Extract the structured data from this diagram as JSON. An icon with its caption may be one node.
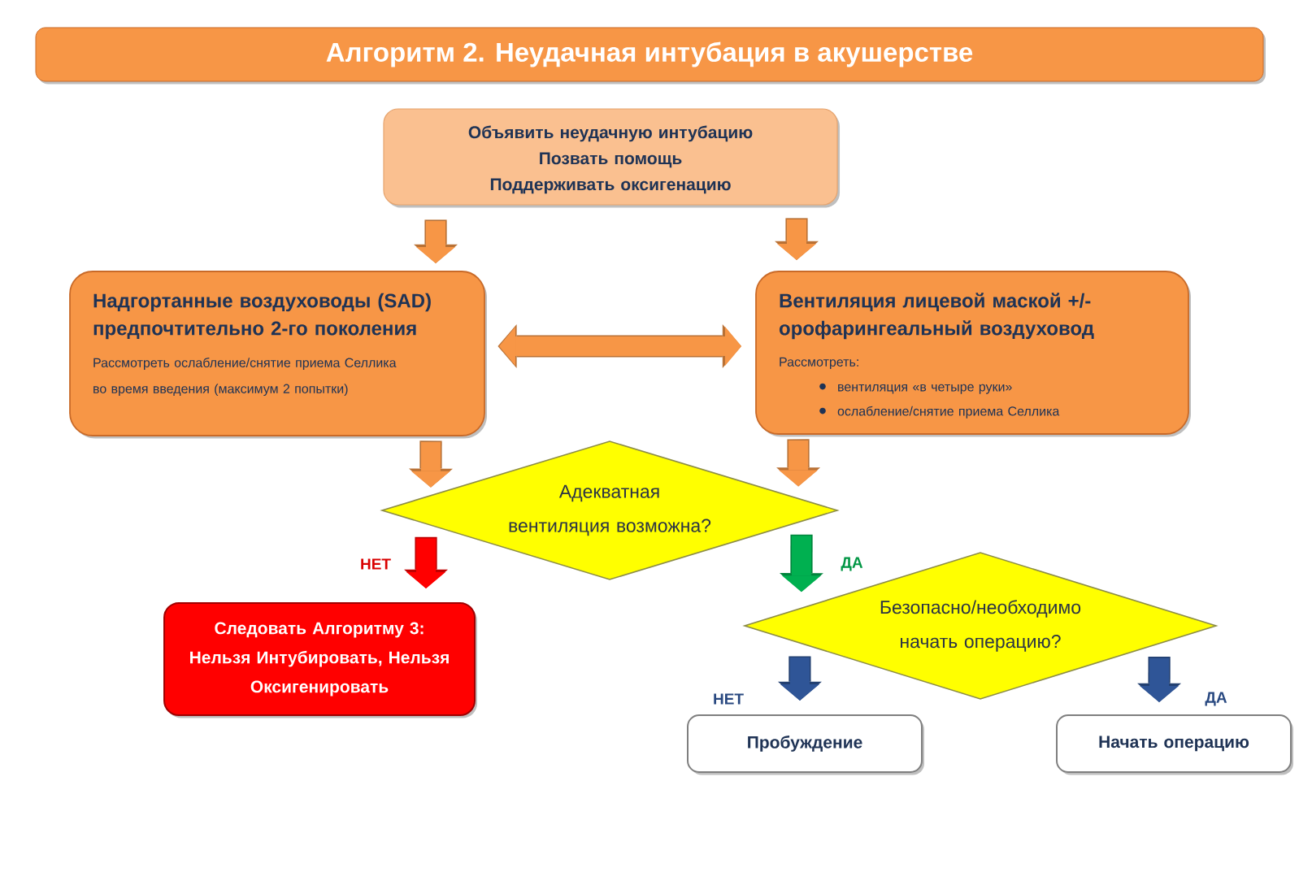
{
  "diagram": {
    "title": "Алгоритм 2. Неудачная интубация в акушерстве",
    "nodes": [
      {
        "text": [
          "Объявить неудачную интубацию",
          "Позвать помощь",
          "Поддерживать оксигенацию"
        ]
      },
      {
        "text": [
          "Надгортанные воздуховоды (SAD) предпочтительно 2-го поколения",
          "Рассмотреть ослабление/снятие приема Селлика во время введения (максимум 2 попытки)"
        ]
      },
      {
        "text": [
          "Вентиляция лицевой маской +/- орофарингеальный воздуховод",
          "Рассмотреть:",
          "вентиляция «в четыре руки»",
          "ослабление/снятие приема Селлика"
        ]
      },
      {
        "text": [
          "Адекватная вентиляция возможна?"
        ]
      },
      {
        "text": [
          "Следовать Алгоритму 3: Нельзя Интубировать, Нельзя Оксигенировать"
        ]
      },
      {
        "text": [
          "Безопасно/необходимо начать операцию?"
        ]
      },
      {
        "text": [
          "Пробуждение"
        ]
      },
      {
        "text": [
          "Начать операцию"
        ]
      }
    ],
    "edges": [
      {
        "from": 0,
        "to": 1,
        "arrow": "to"
      },
      {
        "from": 0,
        "to": 2,
        "arrow": "to"
      },
      {
        "from": 1,
        "to": 2,
        "arrow": "both"
      },
      {
        "from": 1,
        "to": 3,
        "arrow": "to"
      },
      {
        "from": 2,
        "to": 3,
        "arrow": "to"
      },
      {
        "from": 3,
        "to": 4,
        "arrow": "to",
        "label": "НЕТ",
        "color": "#ff0000"
      },
      {
        "from": 3,
        "to": 5,
        "arrow": "to",
        "label": "ДА",
        "color": "#00b050"
      },
      {
        "from": 5,
        "to": 6,
        "arrow": "to",
        "label": "НЕТ",
        "color": "#2f5597"
      },
      {
        "from": 5,
        "to": 7,
        "arrow": "to",
        "label": "ДА",
        "color": "#2f5597"
      }
    ]
  }
}
